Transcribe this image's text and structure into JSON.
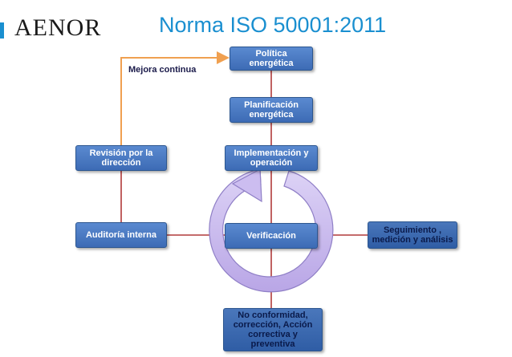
{
  "header": {
    "logo": "AENOR",
    "title": "Norma ISO 50001:2011"
  },
  "diagram": {
    "nodes": {
      "politica": "Política energética",
      "planificacion": "Planificación energética",
      "implementacion": "Implementación y operación",
      "verificacion": "Verificación",
      "revision": "Revisión por la dirección",
      "auditoria": "Auditoría interna",
      "seguimiento": "Seguimiento , medición y análisis",
      "no_conformidad": "No conformidad, corrección, Acción correctiva y preventiva"
    },
    "loop_label": "Mejora continua"
  },
  "colors": {
    "box": "#3d6bb5",
    "connector": "#b03a3a",
    "feedback_arrow": "#f0a050",
    "cycle": "#c8b8ec"
  }
}
